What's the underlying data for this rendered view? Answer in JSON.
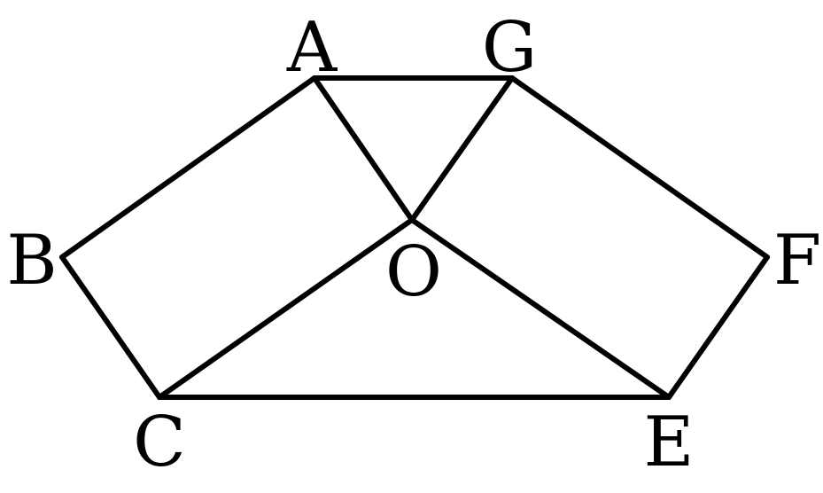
{
  "diagram": {
    "stroke_color": "#000000",
    "background_color": "#ffffff",
    "labels": {
      "A": "A",
      "G": "G",
      "B": "B",
      "O": "O",
      "F": "F",
      "C": "C",
      "E": "E"
    },
    "edges": [
      [
        "A",
        "G"
      ],
      [
        "A",
        "B"
      ],
      [
        "B",
        "C"
      ],
      [
        "C",
        "E"
      ],
      [
        "E",
        "F"
      ],
      [
        "F",
        "G"
      ],
      [
        "A",
        "O"
      ],
      [
        "G",
        "O"
      ],
      [
        "C",
        "O"
      ],
      [
        "E",
        "O"
      ]
    ]
  }
}
